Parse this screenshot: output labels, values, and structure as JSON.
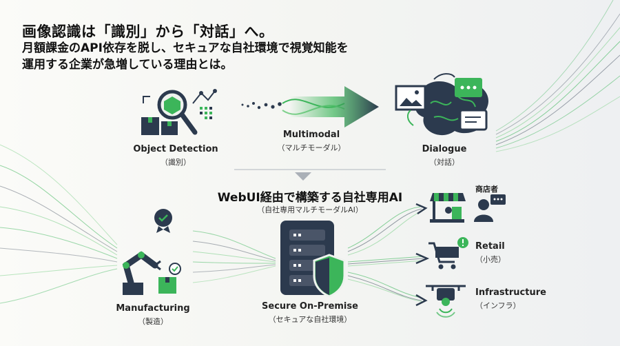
{
  "header": {
    "title": "画像認識は「識別」から「対話」へ。",
    "subtitle_line1": "月額課金のAPI依存を脱し、セキュアな自社環境で視覚知能を",
    "subtitle_line2": "運用する企業が急増している理由とは。"
  },
  "top_row": {
    "object_detection": {
      "label": "Object Detection",
      "sub": "（識別）"
    },
    "multimodal": {
      "label": "Multimodal",
      "sub": "（マルチモーダル）"
    },
    "dialogue": {
      "label": "Dialogue",
      "sub": "（対話）"
    }
  },
  "center": {
    "title": "WebUI経由で構築する自社専用AI",
    "sub": "（自社専用マルチモーダルAI）"
  },
  "manufacturing": {
    "label": "Manufacturing",
    "sub": "（製造）"
  },
  "server": {
    "label": "Secure On-Premise",
    "sub": "（セキュアな自社環境）"
  },
  "outputs": {
    "merchant": {
      "label": "商店者"
    },
    "retail": {
      "label": "Retail",
      "sub": "（小売）"
    },
    "infrastructure": {
      "label": "Infrastructure",
      "sub": "（インフラ）"
    }
  },
  "colors": {
    "navy": "#2c3a4e",
    "green": "#3cb55a",
    "light_green": "#7fd18c"
  }
}
